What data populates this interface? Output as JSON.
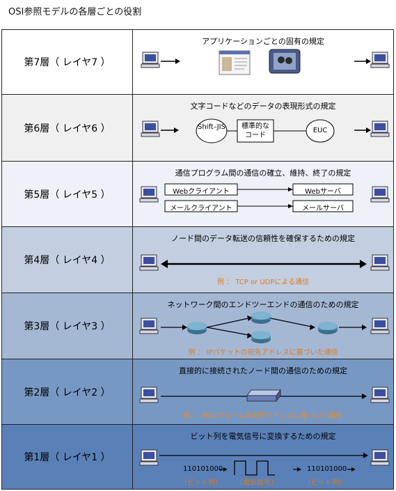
{
  "title": "OSI参照モデルの各層ごとの役割",
  "layers": [
    {
      "label": "第7層（ レイヤ7 ）",
      "desc": "アプリケーションごとの固有の規定",
      "bg": "#ffffff"
    },
    {
      "label": "第6層（ レイヤ6 ）",
      "desc": "文字コードなどのデータの表現形式の規定",
      "bg": "#f0f0f0",
      "left_node": "Shift–JIS",
      "middle_node": "標準的な\nコード",
      "right_node": "EUC"
    },
    {
      "label": "第5層（ レイヤ5 ）",
      "desc": "通信プログラム間の通信の確立、維持、終了の規定",
      "bg": "#eef2f8",
      "clients": [
        "Webクライアント",
        "メールクライアント"
      ],
      "servers": [
        "Webサーバ",
        "メールサーバ"
      ]
    },
    {
      "label": "第4層（ レイヤ4 ）",
      "desc": "ノード間のデータ転送の信頼性を確保するための規定",
      "bg": "#c3cfe0",
      "example": "例 ： TCP or UDPによる通信"
    },
    {
      "label": "第3層（ レイヤ3 ）",
      "desc": "ネットワーク間のエンドツーエンドの通信のための規定",
      "bg": "#a4b8d4",
      "example": "例 ： IPパケットの宛先アドレスに基づいた通信"
    },
    {
      "label": "第2層（ レイヤ2 ）",
      "desc": "直接的に接続されたノード間の通信のための規定",
      "bg": "#7898c4",
      "example": "例 ： MACフレームの宛先アドレスに基づいた通信"
    },
    {
      "label": "第1層（ レイヤ1 ）",
      "desc": "ビット列を電気信号に変換するための規定",
      "bg": "#5a80b8",
      "bits": "110101000",
      "bits_caption": "（ビット列）",
      "signal_caption": "（電気信号）"
    }
  ]
}
